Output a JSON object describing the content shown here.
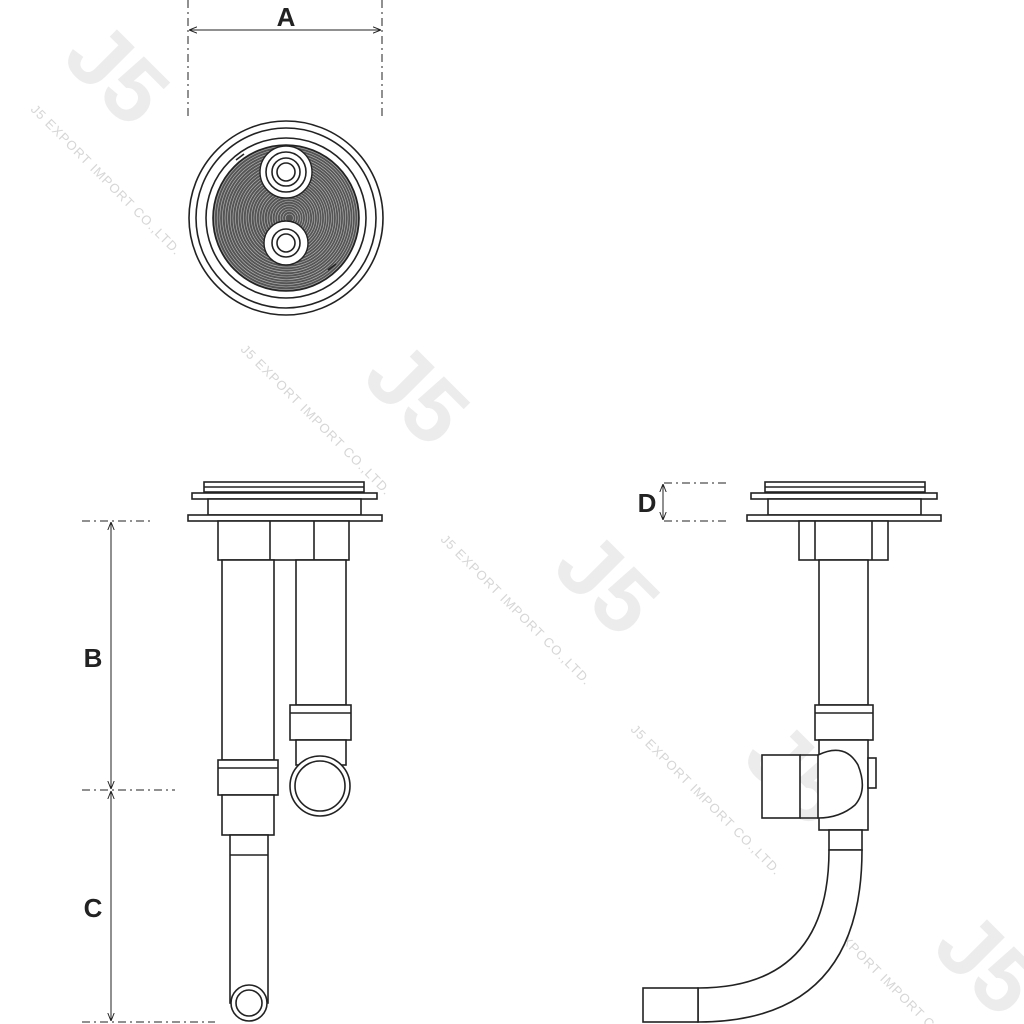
{
  "labels": {
    "a": "A",
    "b": "B",
    "c": "C",
    "d": "D"
  },
  "watermark": {
    "logo": "J5",
    "text": "J5 EXPORT IMPORT CO.,LTD."
  },
  "colors": {
    "line": "#222222",
    "watermark": "#d6d6d6"
  }
}
